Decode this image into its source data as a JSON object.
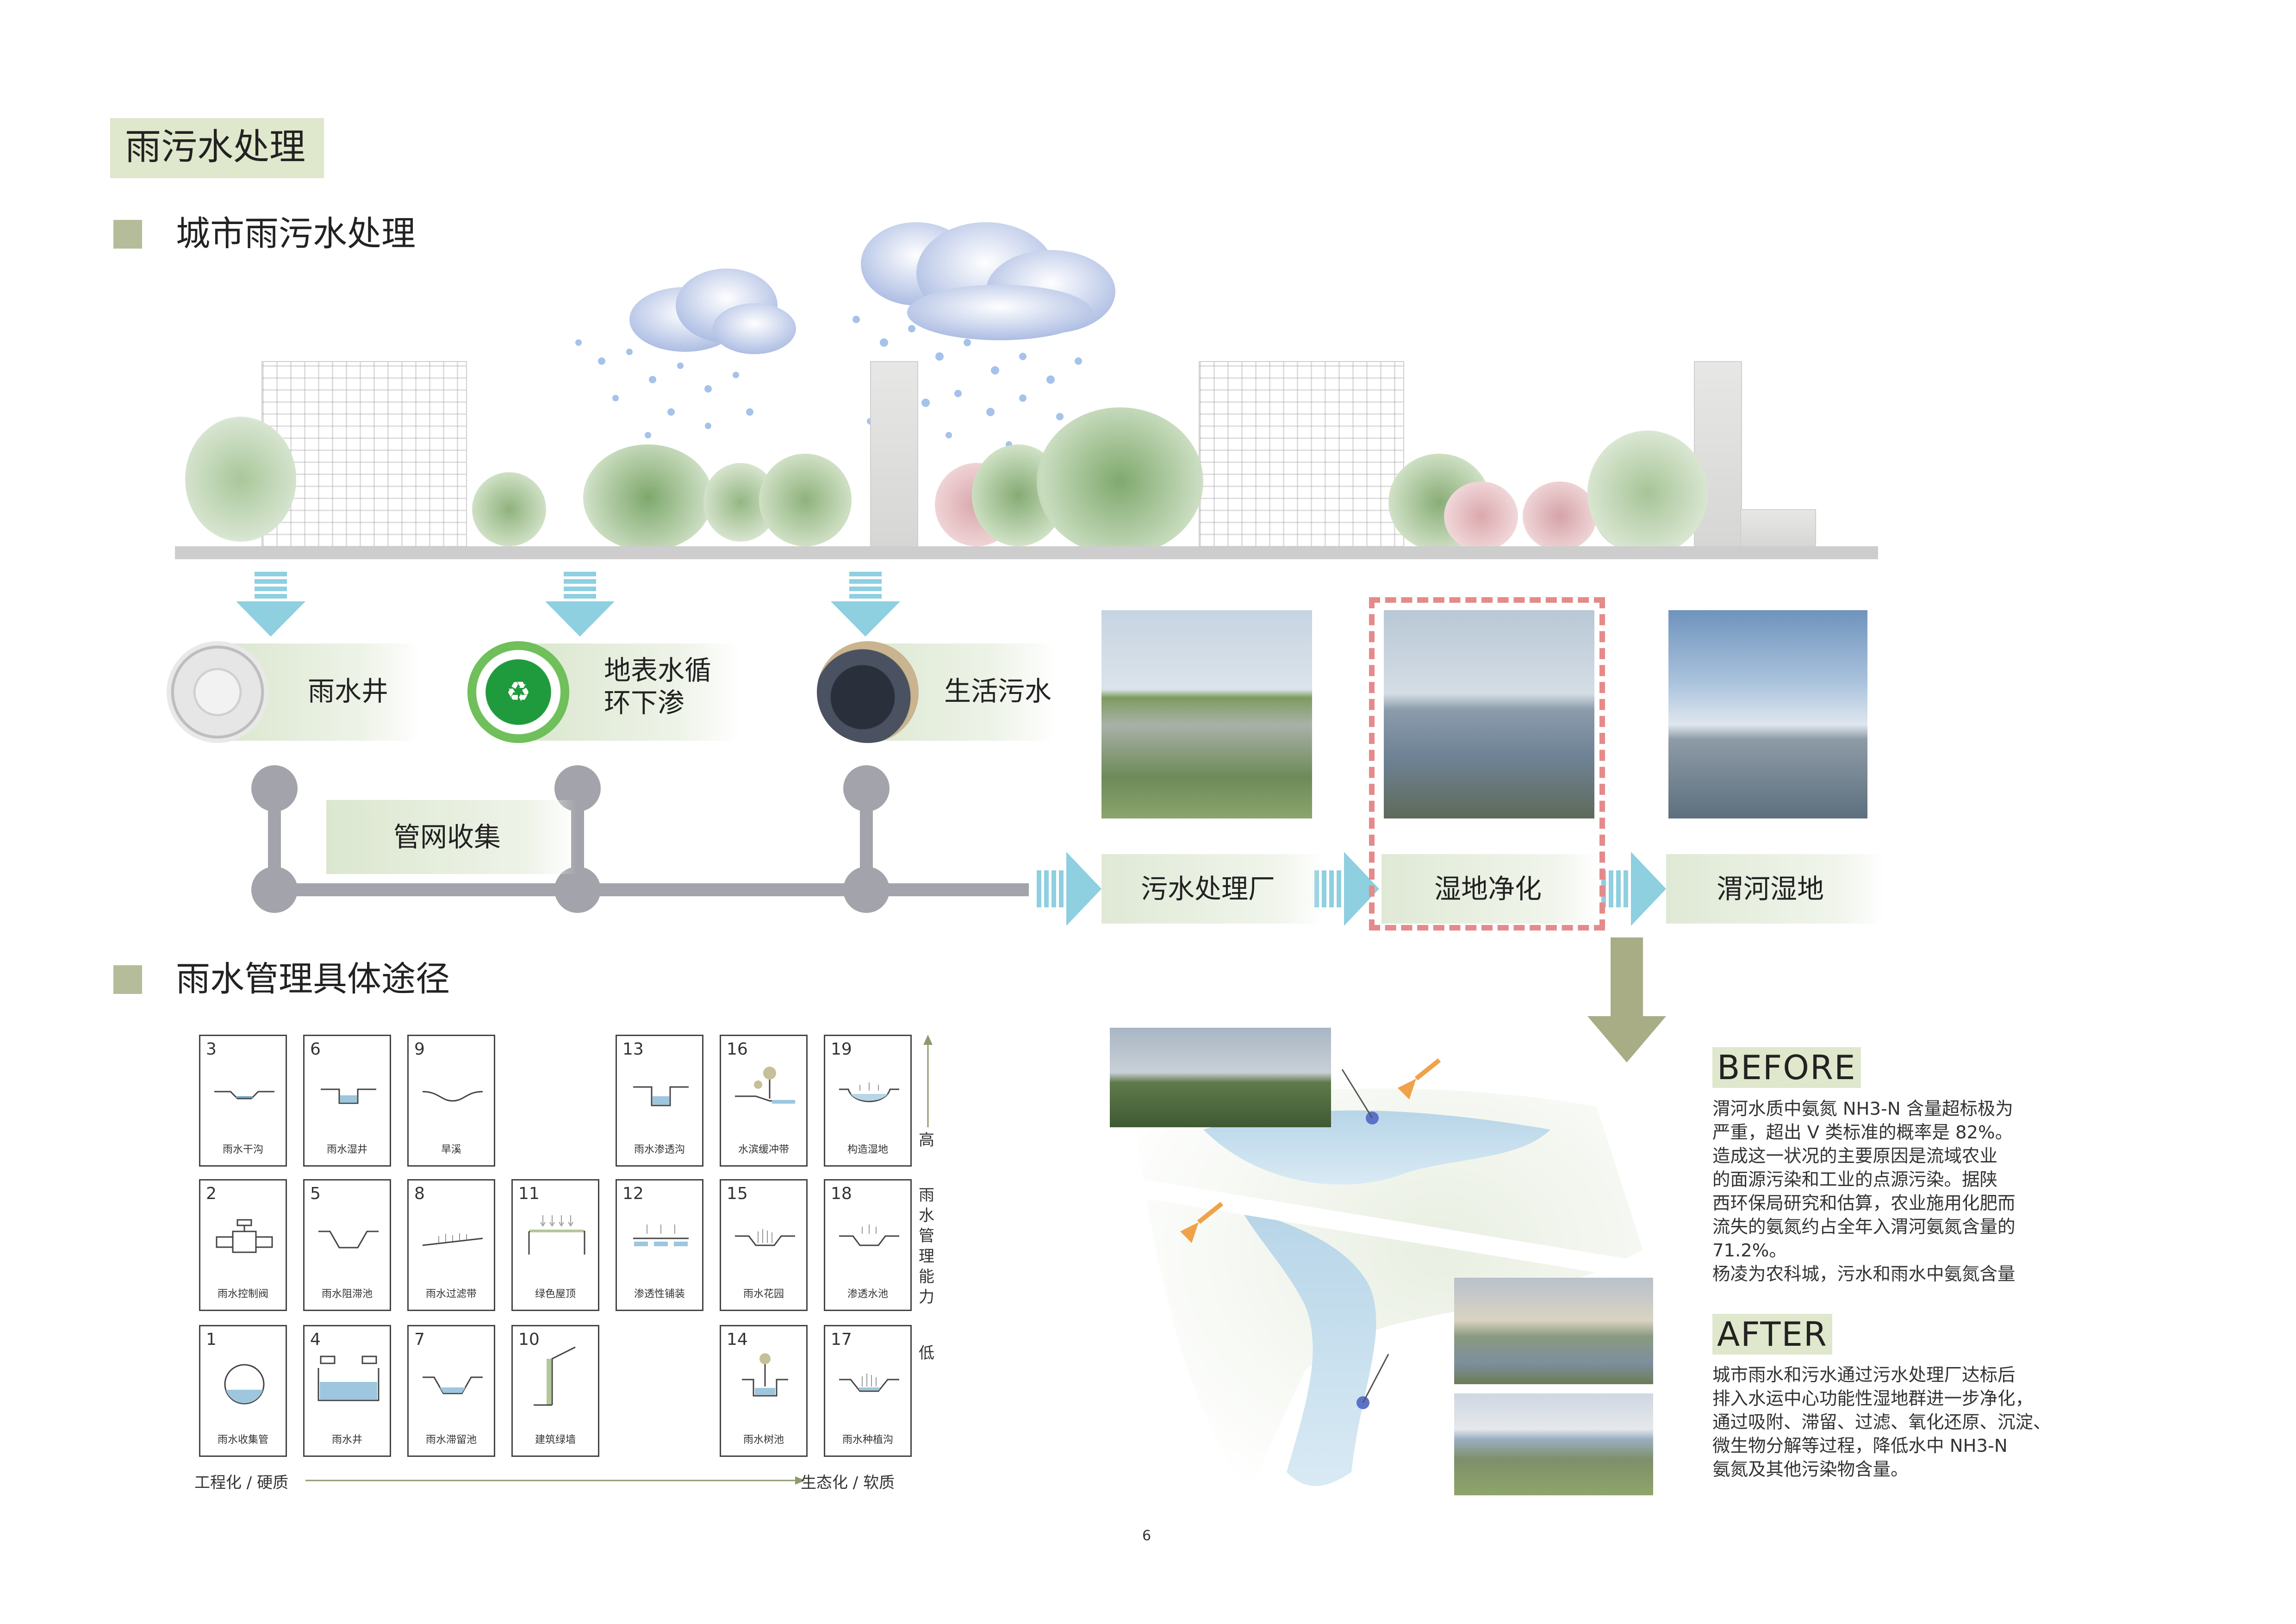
{
  "page_title": "雨污水处理",
  "sections": {
    "urban": "城市雨污水处理",
    "rain_mgmt": "雨水管理具体途径"
  },
  "sources": [
    {
      "label": "雨水井",
      "icon": "manhole-cover-icon"
    },
    {
      "label_line1": "地表水循",
      "label_line2": "环下渗",
      "icon": "recycle-icon"
    },
    {
      "label": "生活污水",
      "icon": "sewage-icon"
    }
  ],
  "collection_label": "管网收集",
  "process": [
    {
      "label": "污水处理厂"
    },
    {
      "label": "湿地净化"
    },
    {
      "label": "渭河湿地"
    }
  ],
  "colors": {
    "accent_green": "#dfe7cc",
    "square_green": "#b5bc99",
    "arrow_blue": "#8ecfe0",
    "pipe_gray": "#a3a3ab",
    "dash_red": "#e58a8a",
    "arrow_olive": "#a8ad86"
  },
  "rain_grid": {
    "rows": [
      [
        {
          "num": "3",
          "label": "雨水干沟"
        },
        {
          "num": "6",
          "label": "雨水湿井"
        },
        {
          "num": "9",
          "label": "旱溪"
        },
        null,
        {
          "num": "13",
          "label": "雨水渗透沟"
        },
        {
          "num": "16",
          "label": "水滨缓冲带"
        },
        {
          "num": "19",
          "label": "构造湿地"
        }
      ],
      [
        {
          "num": "2",
          "label": "雨水控制阀"
        },
        {
          "num": "5",
          "label": "雨水阻滞池"
        },
        {
          "num": "8",
          "label": "雨水过滤带"
        },
        {
          "num": "11",
          "label": "绿色屋顶"
        },
        {
          "num": "12",
          "label": "渗透性铺装"
        },
        {
          "num": "15",
          "label": "雨水花园"
        },
        {
          "num": "18",
          "label": "渗透水池"
        }
      ],
      [
        {
          "num": "1",
          "label": "雨水收集管"
        },
        {
          "num": "4",
          "label": "雨水井"
        },
        {
          "num": "7",
          "label": "雨水滞留池"
        },
        {
          "num": "10",
          "label": "建筑绿墙"
        },
        null,
        {
          "num": "14",
          "label": "雨水树池"
        },
        {
          "num": "17",
          "label": "雨水种植沟"
        }
      ]
    ],
    "axis_high": "高",
    "axis_mid": [
      "雨",
      "水",
      "管",
      "理",
      "能",
      "力"
    ],
    "axis_low": "低",
    "x_left": "工程化 / 硬质",
    "x_right": "生态化 / 软质"
  },
  "before": {
    "heading": "BEFORE",
    "lines": [
      "渭河水质中氨氮 NH3-N 含量超标极为",
      "严重，超出 V 类标准的概率是 82%。",
      "造成这一状况的主要原因是流域农业",
      "的面源污染和工业的点源污染。据陕",
      "西环保局研究和估算，农业施用化肥而",
      "流失的氨氮约占全年入渭河氨氮含量的",
      "71.2%。",
      "杨凌为农科城，污水和雨水中氨氮含量"
    ]
  },
  "after": {
    "heading": "AFTER",
    "lines": [
      "城市雨水和污水通过污水处理厂达标后",
      "排入水运中心功能性湿地群进一步净化，",
      "通过吸附、滞留、过滤、氧化还原、沉淀、",
      "微生物分解等过程，降低水中 NH3-N",
      "氨氮及其他污染物含量。"
    ]
  },
  "page_number": "6"
}
